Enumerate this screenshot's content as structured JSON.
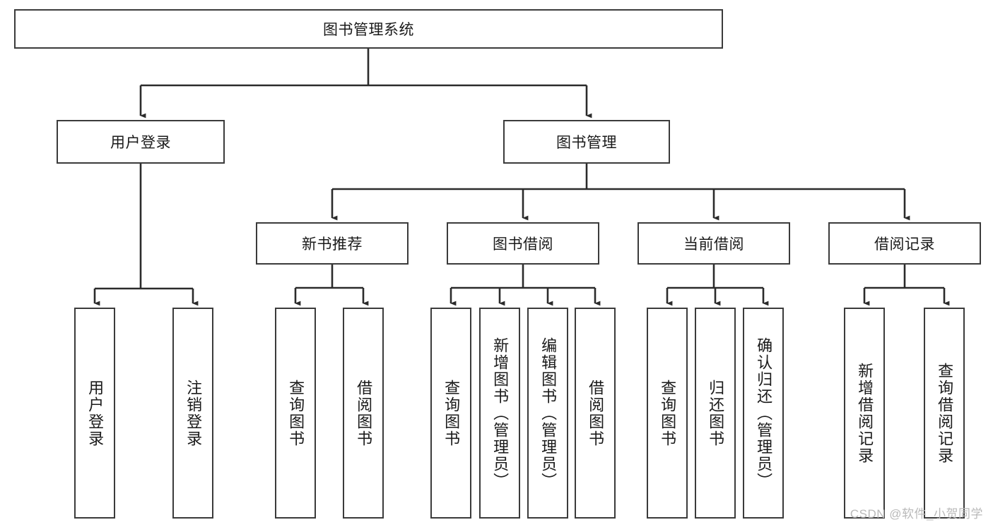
{
  "diagram": {
    "title": "图书管理系统",
    "watermark": "CSDN @软件_小贺同学",
    "colors": {
      "box_border": "#3b3b3b",
      "edge": "#2b2b2b",
      "background": "#ffffff",
      "text": "#1a1a1a",
      "watermark": "#b9b9b9"
    },
    "levels": {
      "root": {
        "label": "图书管理系统"
      },
      "level2": [
        {
          "label": "用户登录"
        },
        {
          "label": "图书管理"
        }
      ],
      "level3": [
        {
          "label": "新书推荐"
        },
        {
          "label": "图书借阅"
        },
        {
          "label": "当前借阅"
        },
        {
          "label": "借阅记录"
        }
      ],
      "leaves": {
        "user_login": [
          {
            "label": "用户登录"
          },
          {
            "label": "注销登录"
          }
        ],
        "new_book_recommend": [
          {
            "label": "查询图书"
          },
          {
            "label": "借阅图书"
          }
        ],
        "book_borrow": [
          {
            "label": "查询图书"
          },
          {
            "label": "新增图书（管理员）"
          },
          {
            "label": "编辑图书（管理员）"
          },
          {
            "label": "借阅图书"
          }
        ],
        "current_borrow": [
          {
            "label": "查询图书"
          },
          {
            "label": "归还图书"
          },
          {
            "label": "确认归还（管理员）"
          }
        ],
        "borrow_record": [
          {
            "label": "新增借阅记录"
          },
          {
            "label": "查询借阅记录"
          }
        ]
      }
    }
  }
}
